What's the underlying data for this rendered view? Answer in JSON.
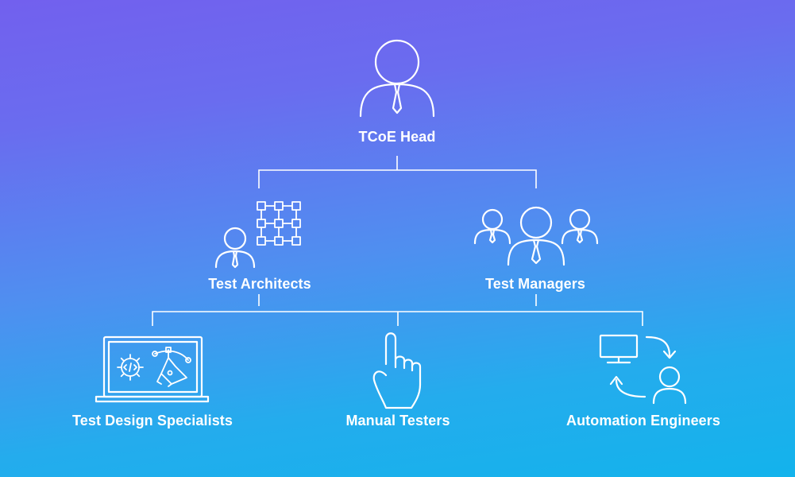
{
  "diagram": {
    "root": {
      "label": "TCoE Head",
      "icon": "person-icon"
    },
    "level2": [
      {
        "label": "Test Architects",
        "icon": "architect-grid-icon"
      },
      {
        "label": "Test Managers",
        "icon": "team-icon"
      }
    ],
    "level3": [
      {
        "label": "Test Design Specialists",
        "icon": "laptop-design-icon"
      },
      {
        "label": "Manual Testers",
        "icon": "pointing-hand-icon"
      },
      {
        "label": "Automation Engineers",
        "icon": "automation-cycle-icon"
      }
    ]
  },
  "colors": {
    "gradient_top": "#7260ee",
    "gradient_bottom": "#13b3ec",
    "foreground": "#ffffff"
  }
}
